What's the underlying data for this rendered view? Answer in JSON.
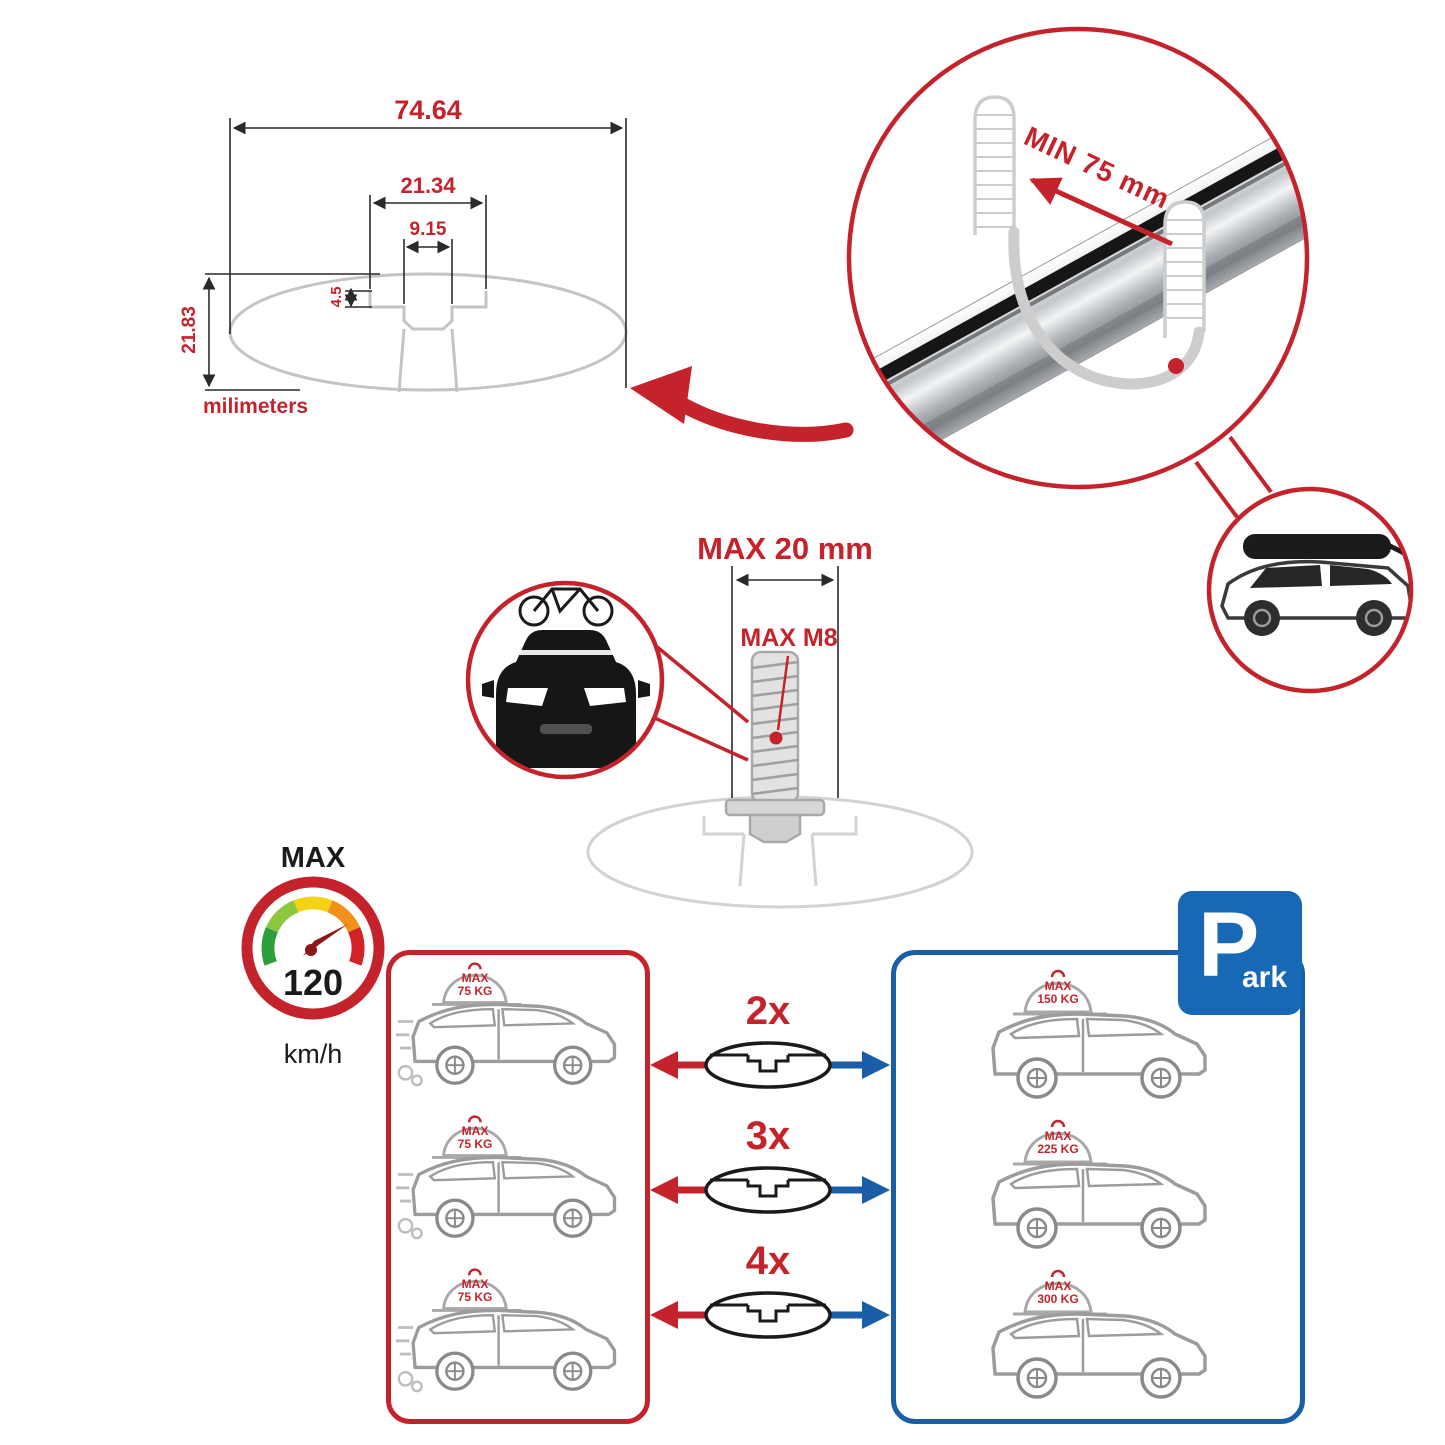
{
  "colors": {
    "accent_red": "#c5232b",
    "accent_blue": "#1b5ea8",
    "line_gray": "#c4c4c4",
    "bar_silver": "#c7cbcf",
    "ink": "#1a1a1a"
  },
  "cross_section": {
    "dim_total_width": "74.64",
    "dim_slot_outer": "21.34",
    "dim_slot_inner": "9.15",
    "dim_slot_depth": "4.5",
    "dim_total_height": "21.83",
    "units_label": "milimeters"
  },
  "bar_detail": {
    "min_clamp_label": "MIN 75 mm"
  },
  "bolt_detail": {
    "max_length_label": "MAX 20 mm",
    "max_thread_label": "MAX M8"
  },
  "speed_limit": {
    "title": "MAX",
    "value": "120",
    "unit": "km/h"
  },
  "multipliers": [
    {
      "label": "2x"
    },
    {
      "label": "3x"
    },
    {
      "label": "4x"
    }
  ],
  "driving_panel": {
    "cars": [
      {
        "load_title": "MAX",
        "load_weight": "75 KG"
      },
      {
        "load_title": "MAX",
        "load_weight": "75 KG"
      },
      {
        "load_title": "MAX",
        "load_weight": "75 KG"
      }
    ]
  },
  "parking_panel": {
    "sign_letter": "P",
    "sign_suffix": "ark",
    "cars": [
      {
        "load_title": "MAX",
        "load_weight": "150 KG"
      },
      {
        "load_title": "MAX",
        "load_weight": "225 KG"
      },
      {
        "load_title": "MAX",
        "load_weight": "300 KG"
      }
    ]
  },
  "icons": {
    "speedometer_icon": "gauge with green-to-red arc and needle",
    "parking_sign_icon": "blue square with white P",
    "bicycle_car_icon": "car front silhouette with bicycle on roof",
    "suv_roofbox_icon": "suv side view with black roof box",
    "crossbar_photo_icon": "aluminum aero crossbar with clamp hook",
    "cargo_bag_icon": "dome cargo bag on car roof"
  }
}
